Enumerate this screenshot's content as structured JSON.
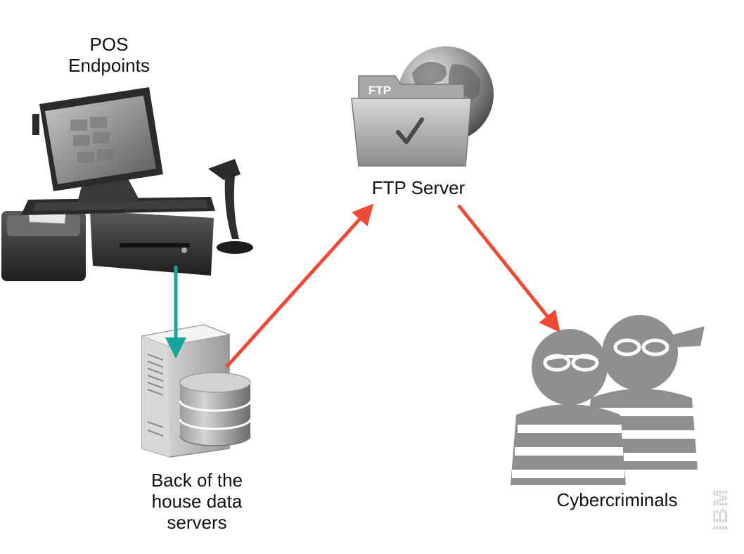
{
  "nodes": {
    "pos": {
      "label_lines": [
        "POS",
        "Endpoints"
      ],
      "icon": "pos-terminal-icon"
    },
    "ftp": {
      "label": "FTP Server",
      "folder_text": "FTP",
      "icon": "ftp-folder-globe-icon"
    },
    "servers": {
      "label_lines": [
        "Back of the",
        "house data",
        "servers"
      ],
      "icon": "database-server-icon"
    },
    "criminals": {
      "label": "Cybercriminals",
      "icon": "masked-thieves-icon"
    }
  },
  "edges": [
    {
      "from": "pos",
      "to": "servers",
      "color": "#17a49a"
    },
    {
      "from": "servers",
      "to": "ftp",
      "color": "#f04a36"
    },
    {
      "from": "ftp",
      "to": "criminals",
      "color": "#f04a36"
    }
  ],
  "colors": {
    "teal_arrow": "#17a49a",
    "red_arrow": "#f04a36",
    "thief_gray": "#8f8f8f"
  },
  "watermark": {
    "text": "IBM",
    "icon": "ibm-logo-icon"
  }
}
